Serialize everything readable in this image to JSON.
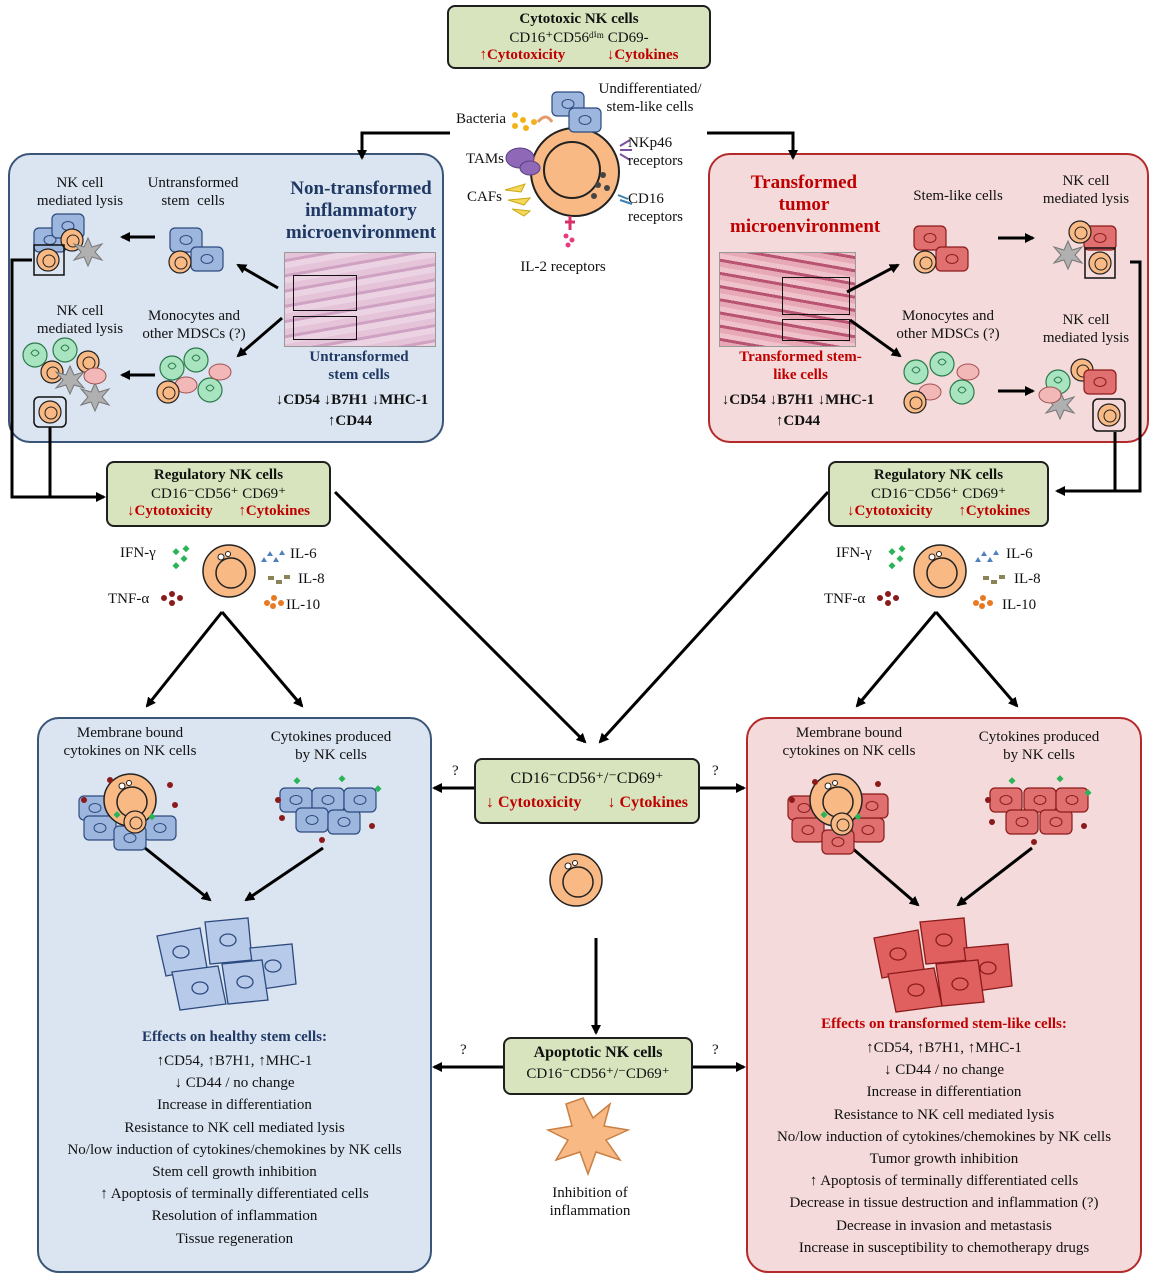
{
  "top_box": {
    "title": "Cytotoxic NK cells",
    "markers": "CD16⁺CD56ᵈⁱᵐ CD69-",
    "up_cytotoxicity": "↑Cytotoxicity",
    "down_cytokines": "↓Cytokines"
  },
  "center_labels": {
    "bacteria": "Bacteria",
    "tams": "TAMs",
    "cafs": "CAFs",
    "undiff": "Undifferentiated/\nstem-like cells",
    "nkp46": "NKp46\nreceptors",
    "cd16": "CD16\nreceptors",
    "il2": "IL-2 receptors"
  },
  "left_env": {
    "nk_lysis_top": "NK cell\nmediated lysis",
    "untransformed_stem": "Untransformed\nstem  cells",
    "title": "Non-transformed\ninflammatory\nmicroenvironment",
    "nk_lysis_bottom": "NK cell\nmediated lysis",
    "monocytes": "Monocytes and\nother MDSCs (?)",
    "stem_label": "Untransformed\nstem cells",
    "markers_line1": "↓CD54  ↓B7H1  ↓MHC-1",
    "markers_line2": "↑CD44"
  },
  "right_env": {
    "title": "Transformed\ntumor\nmicroenvironment",
    "stem_like": "Stem-like cells",
    "nk_lysis_top": "NK cell\nmediated lysis",
    "monocytes": "Monocytes and\nother MDSCs (?)",
    "nk_lysis_bottom": "NK cell\nmediated lysis",
    "stem_label": "Transformed stem-\nlike cells",
    "markers_line1": "↓CD54  ↓B7H1 ↓MHC-1",
    "markers_line2": "↑CD44"
  },
  "regulatory_left": {
    "title": "Regulatory NK cells",
    "markers": "CD16⁻CD56⁺ CD69⁺",
    "down_cytotoxicity": "↓Cytotoxicity",
    "up_cytokines": "↑Cytokines"
  },
  "regulatory_right": {
    "title": "Regulatory NK cells",
    "markers": "CD16⁻CD56⁺ CD69⁺",
    "down_cytotoxicity": "↓Cytotoxicity",
    "up_cytokines": "↑Cytokines"
  },
  "cytokines": {
    "ifn": "IFN-γ",
    "tnf": "TNF-α",
    "il6": "IL-6",
    "il8": "IL-8",
    "il10": "IL-10"
  },
  "middle_box": {
    "markers": "CD16⁻CD56⁺/⁻CD69⁺",
    "down_cytotoxicity": "↓ Cytotoxicity",
    "down_cytokines": "↓ Cytokines"
  },
  "apoptotic_box": {
    "title": "Apoptotic NK cells",
    "markers": "CD16⁻CD56⁺/⁻CD69⁺"
  },
  "inhibition": "Inhibition of\ninflammation",
  "question_mark": "?",
  "left_effects": {
    "membrane": "Membrane bound\ncytokines on NK cells",
    "produced": "Cytokines produced\nby NK cells",
    "title": "Effects on healthy stem cells:",
    "items": [
      "↑CD54,  ↑B7H1,  ↑MHC-1",
      "↓ CD44 / no change",
      "Increase in differentiation",
      "Resistance to NK cell mediated lysis",
      "No/low induction of cytokines/chemokines by NK cells",
      "Stem cell growth inhibition",
      "↑ Apoptosis of terminally differentiated cells",
      "Resolution of inflammation",
      "Tissue regeneration"
    ]
  },
  "right_effects": {
    "membrane": "Membrane bound\ncytokines on NK cells",
    "produced": "Cytokines produced\nby NK cells",
    "title": "Effects on transformed stem-like cells:",
    "items": [
      "↑CD54,  ↑B7H1,  ↑MHC-1",
      "↓ CD44 / no change",
      "Increase in differentiation",
      "Resistance to NK cell mediated lysis",
      "No/low induction of cytokines/chemokines by NK cells",
      "Tumor growth inhibition",
      "↑ Apoptosis of terminally differentiated cells",
      "Decrease in tissue destruction and inflammation (?)",
      "Decrease in invasion and metastasis",
      "Increase in susceptibility to chemotherapy drugs"
    ]
  },
  "colors": {
    "blue_panel": "#dbe5f1",
    "red_panel": "#f4dada",
    "green_box": "#d7e4bd",
    "nk_cell": "#f8b984",
    "emphasis_red": "#c00000",
    "emphasis_navy": "#1f3864"
  }
}
